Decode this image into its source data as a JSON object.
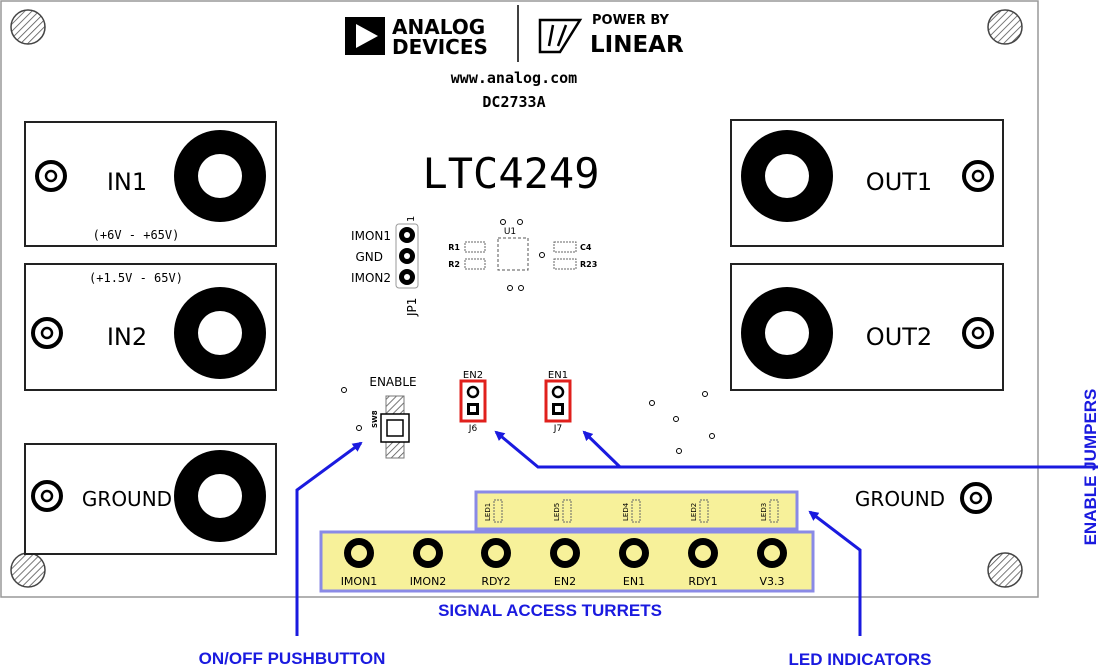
{
  "logos": {
    "adi_line1": "ANALOG",
    "adi_line2": "DEVICES",
    "linear_top": "POWER BY",
    "linear_bottom": "LINEAR"
  },
  "board": {
    "website": "www.analog.com",
    "board_id": "DC2733A",
    "part_number": "LTC4249"
  },
  "terminals": {
    "in1": "IN1",
    "in1_range": "(+6V - +65V)",
    "in2": "IN2",
    "in2_range": "(+1.5V - 65V)",
    "ground_left": "GROUND",
    "out1": "OUT1",
    "out2": "OUT2",
    "ground_right": "GROUND"
  },
  "jumper_jp1": {
    "ref": "JP1",
    "pin1_mark": "1",
    "labels": [
      "IMON1",
      "GND",
      "IMON2"
    ]
  },
  "components": {
    "r1": "R1",
    "r2": "R2",
    "u1": "U1",
    "c4": "C4",
    "r23": "R23"
  },
  "enable_switch": {
    "label": "ENABLE",
    "ref": "SW8"
  },
  "enable_jumpers": [
    {
      "label": "EN2",
      "ref": "J6"
    },
    {
      "label": "EN1",
      "ref": "J7"
    }
  ],
  "leds": [
    "LED1",
    "LED5",
    "LED4",
    "LED2",
    "LED3"
  ],
  "turrets": [
    "IMON1",
    "IMON2",
    "RDY2",
    "EN2",
    "EN1",
    "RDY1",
    "V3.3"
  ],
  "callouts": {
    "signal_turrets": "SIGNAL ACCESS TURRETS",
    "pushbutton": "ON/OFF PUSHBUTTON",
    "led_indicators": "LED INDICATORS",
    "enable_jumpers": "ENABLE JUMPERS"
  },
  "colors": {
    "callout_blue": "#1a1adf",
    "highlight_yellow": "#f7f19a",
    "jumper_red": "#e0201c"
  }
}
